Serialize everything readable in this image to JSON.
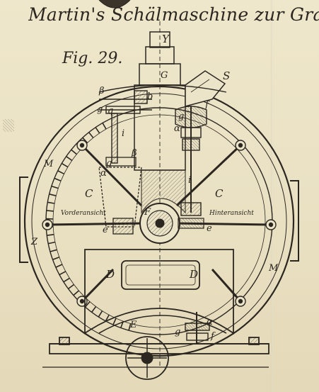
{
  "header": {
    "title": "Martin's Schälmaschine zur Gra",
    "figure": "Fig. 29."
  },
  "labels": {
    "Y": "Y",
    "G": "G",
    "S": "S",
    "beta_top": "β",
    "b": "b",
    "g_left": "g",
    "q": "q",
    "f_top": "f",
    "g_right": "g",
    "alpha_right": "α",
    "i_left": "i",
    "beta_mid": "β",
    "M_left": "M",
    "g_mid": "g",
    "alpha_mid": "α",
    "i_right": "i",
    "C_left": "C",
    "C_right": "C",
    "vorderansicht": "Vorderansicht",
    "hinteransicht": "Hinteransicht",
    "e_left": "e",
    "F": "F",
    "e_right": "e",
    "Z": "Z",
    "D_left": "D",
    "D_right": "D",
    "M_right": "M",
    "E": "E",
    "g_bottom": "g",
    "alpha_bottom": "α",
    "f_bottom": "f"
  },
  "colors": {
    "ink": "#2b2620",
    "paper": "#ece4c8",
    "shade": "#8f8672"
  }
}
